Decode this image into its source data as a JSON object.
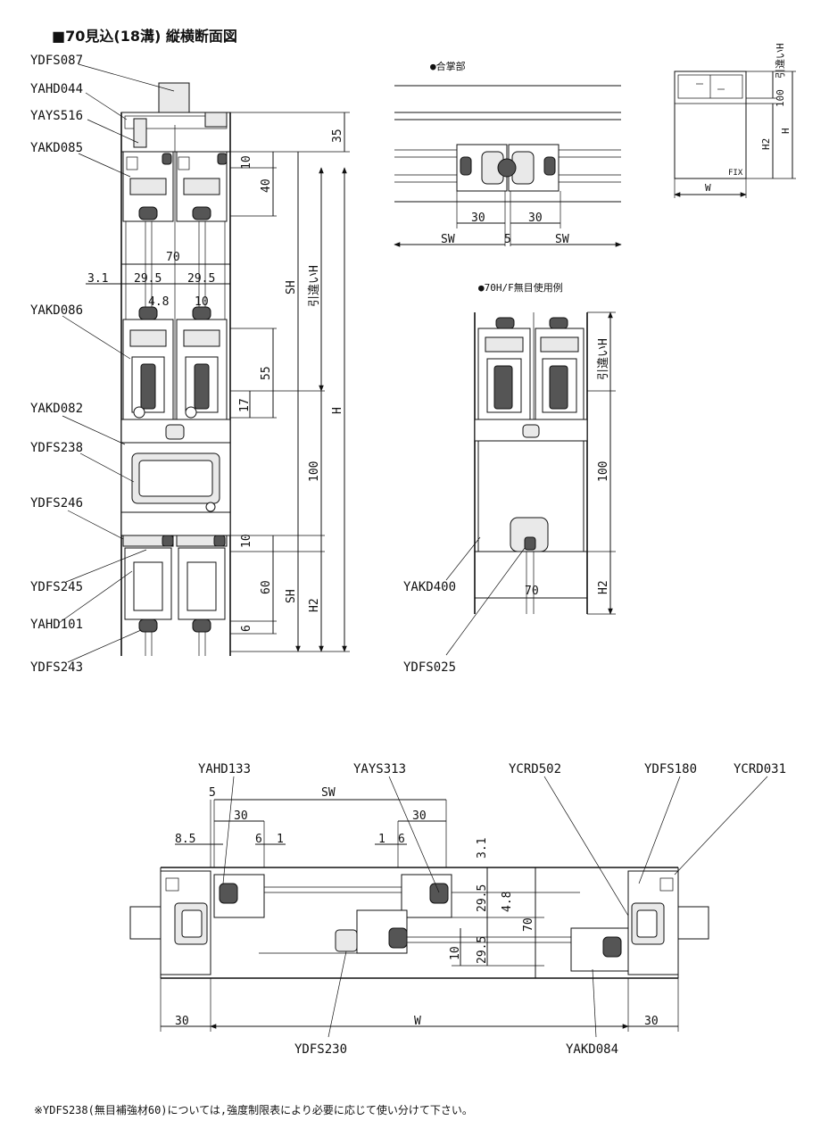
{
  "title": "■70見込(18溝) 縦横断面図",
  "vertical_section": {
    "parts": [
      "YDFS087",
      "YAHD044",
      "YAYS516",
      "YAKD085",
      "YAKD086",
      "YAKD082",
      "YDFS238",
      "YDFS246",
      "YDFS245",
      "YAHD101",
      "YDFS243"
    ],
    "dims": {
      "d35": "35",
      "d10a": "10",
      "d40": "40",
      "d70": "70",
      "d3_1": "3.1",
      "d29_5a": "29.5",
      "d29_5b": "29.5",
      "d4_8": "4.8",
      "d10b": "10",
      "d55": "55",
      "d17": "17",
      "d100": "100",
      "d10c": "10",
      "d60": "60",
      "d6": "6"
    },
    "labels": {
      "sh1": "SH",
      "hikichigai": "引違いH",
      "h": "H",
      "sh2": "SH",
      "h2": "H2"
    }
  },
  "meeting_section": {
    "title": "●合掌部",
    "dims": {
      "a": "30",
      "b": "30",
      "c": "5",
      "sw1": "SW",
      "sw2": "SW"
    }
  },
  "elevation": {
    "labels": {
      "hikichigai": "引違いH",
      "d100": "100",
      "h2": "H2",
      "h": "H",
      "w": "W",
      "fix": "FIX"
    }
  },
  "fix_section": {
    "title": "●70H/F無目使用例",
    "parts": [
      "YAKD400",
      "YDFS025"
    ],
    "labels": {
      "hikichigai": "引違いH",
      "d100": "100",
      "d70": "70",
      "h2": "H2"
    }
  },
  "horizontal_section": {
    "parts": [
      "YAHD133",
      "YAYS313",
      "YCRD502",
      "YDFS180",
      "YCRD031",
      "YDFS230",
      "YAKD084"
    ],
    "dims": {
      "d5": "5",
      "sw": "SW",
      "d30a": "30",
      "d30b": "30",
      "d8_5": "8.5",
      "d6a": "6",
      "d1a": "1",
      "d1b": "1",
      "d6b": "6",
      "d3_1": "3.1",
      "d29_5a": "29.5",
      "d4_8": "4.8",
      "d70": "70",
      "d10": "10",
      "d29_5b": "29.5",
      "d30c": "30",
      "w": "W",
      "d30d": "30"
    }
  },
  "footnote": "※YDFS238(無目補強材60)については,強度制限表により必要に応じて使い分けて下さい。",
  "colors": {
    "line": "#111111",
    "fill_light": "#e9e9e9",
    "fill_dark": "#555555"
  }
}
